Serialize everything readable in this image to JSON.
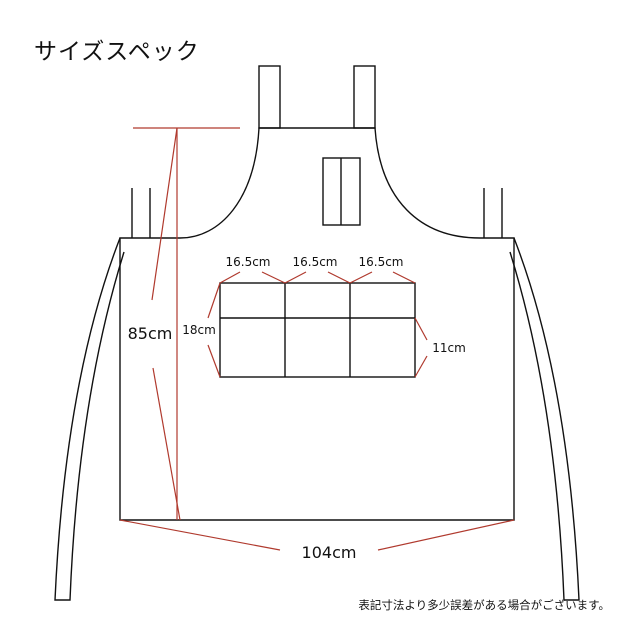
{
  "title": "サイズスペック",
  "dimensions": {
    "total_length": "85cm",
    "width": "104cm",
    "pocket_widths": [
      "16.5cm",
      "16.5cm",
      "16.5cm"
    ],
    "pocket_height": "18cm",
    "inner_pocket_height": "11cm"
  },
  "note": "表記寸法より多少誤差がある場合がございます。",
  "colors": {
    "outline": "#111111",
    "dimension": "#b03a2e"
  }
}
